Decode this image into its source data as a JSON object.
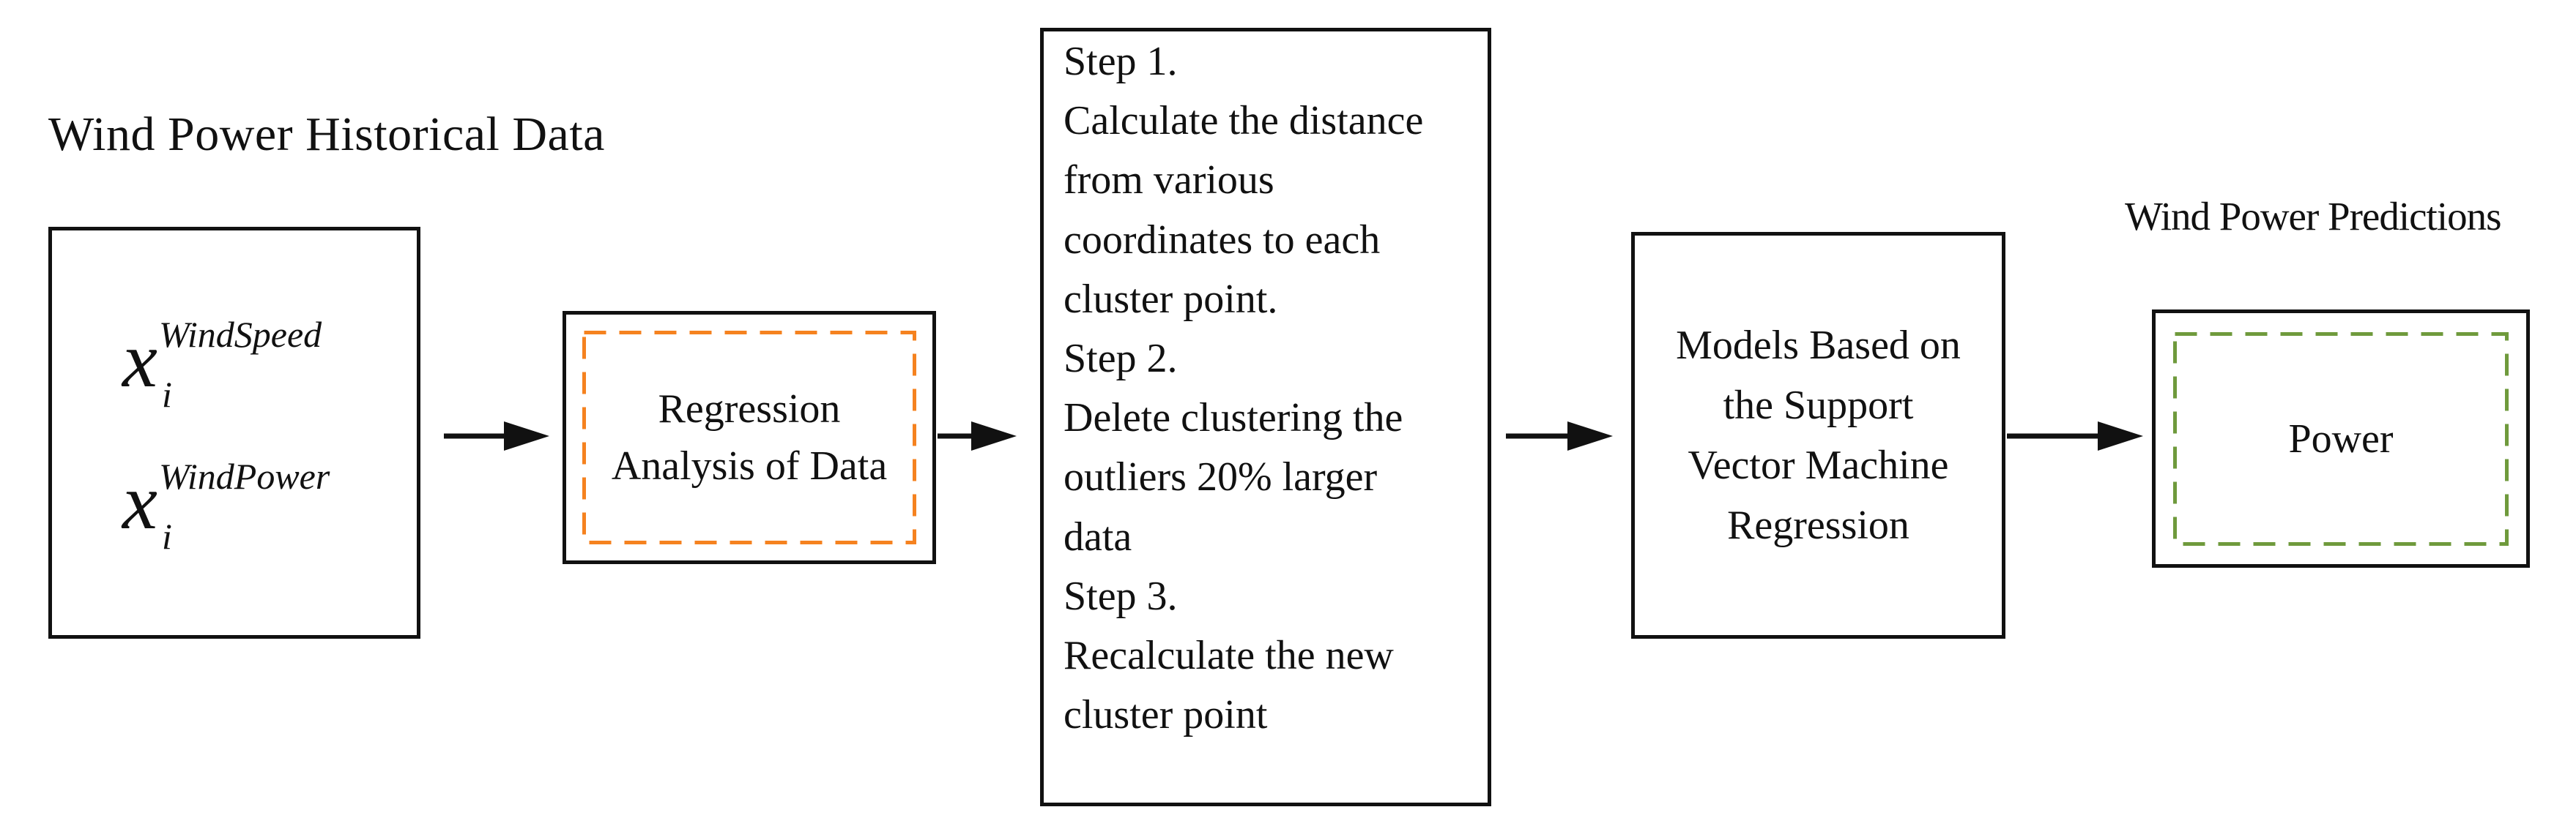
{
  "titles": {
    "historical": "Wind Power Historical Data",
    "predictions": "Wind Power Predictions"
  },
  "input_box": {
    "var1": {
      "base": "x",
      "sub": "i",
      "sup": "WindSpeed"
    },
    "var2": {
      "base": "x",
      "sub": "i",
      "sup": "WindPower"
    }
  },
  "regression_box": {
    "lines": [
      "Regression",
      "Analysis of Data"
    ],
    "dash_color": "#f5821f"
  },
  "steps_box": {
    "lines": [
      "Step 1.",
      "Calculate the distance",
      "from various",
      "coordinates to each",
      "cluster point.",
      "Step 2.",
      "Delete clustering the",
      "outliers 20% larger",
      "data",
      "Step 3.",
      "Recalculate the new",
      "cluster point"
    ]
  },
  "model_box": {
    "lines": [
      "Models Based on",
      "the Support",
      "Vector Machine",
      "Regression"
    ]
  },
  "power_box": {
    "label": "Power",
    "dash_color": "#6f9a3c"
  },
  "colors": {
    "stroke": "#111111",
    "background": "#ffffff"
  }
}
